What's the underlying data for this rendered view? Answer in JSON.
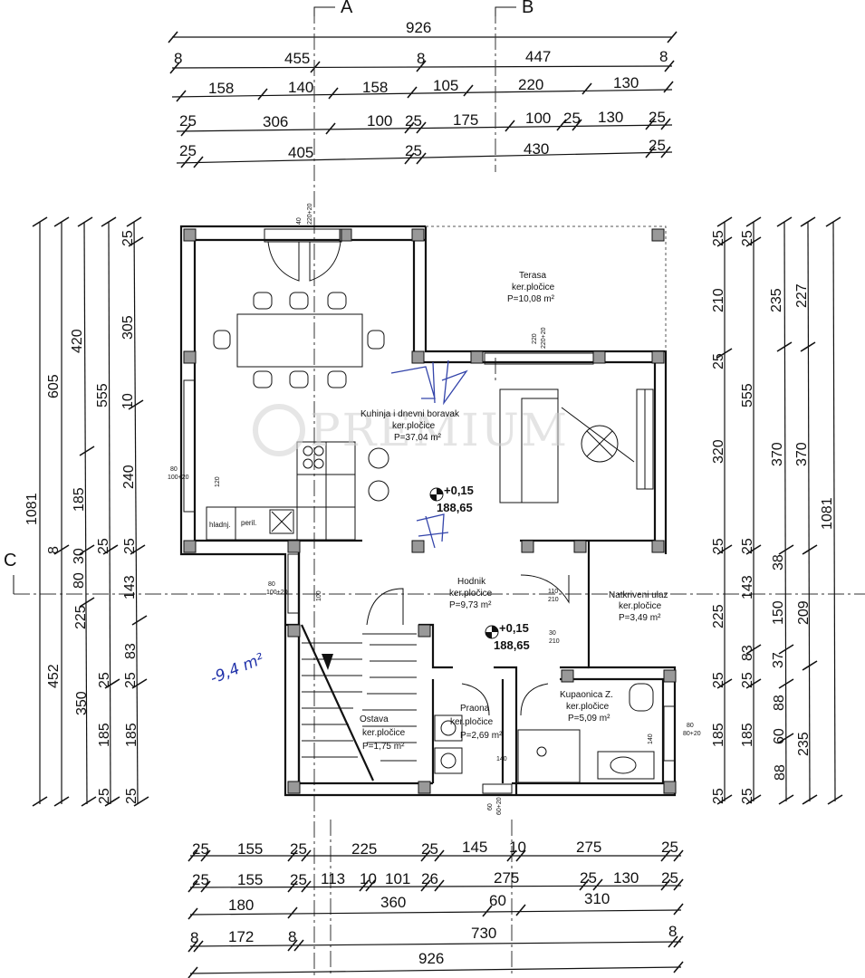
{
  "section_markers": {
    "a": "A",
    "b": "B",
    "c": "C"
  },
  "top_dims": {
    "row1": [
      "926"
    ],
    "row2": [
      "8",
      "455",
      "8",
      "447",
      "8"
    ],
    "row3": [
      "158",
      "140",
      "158",
      "105",
      "220",
      "130"
    ],
    "row4": [
      "25",
      "306",
      "100",
      "25",
      "175",
      "100",
      "25",
      "130",
      "25"
    ],
    "row5": [
      "25",
      "405",
      "25",
      "430",
      "25"
    ]
  },
  "bottom_dims": {
    "row1": [
      "25",
      "155",
      "25",
      "225",
      "25",
      "145",
      "10",
      "275",
      "25"
    ],
    "row2": [
      "25",
      "155",
      "25",
      "113",
      "10",
      "101",
      "26",
      "275",
      "25",
      "130",
      "25"
    ],
    "row3": [
      "180",
      "360",
      "60",
      "310"
    ],
    "row4": [
      "8",
      "172",
      "8",
      "730",
      "8"
    ],
    "row5": [
      "926"
    ]
  },
  "left_dims": {
    "col1": [
      "1081"
    ],
    "col2": [
      "605",
      "8",
      "452"
    ],
    "col3": [
      "420",
      "185",
      "80",
      "30",
      "225",
      "350"
    ],
    "col4": [
      "555",
      "25",
      "25",
      "185",
      "25"
    ],
    "col5": [
      "25",
      "305",
      "10",
      "240",
      "25",
      "143",
      "83",
      "25",
      "185",
      "25"
    ]
  },
  "right_dims": {
    "col1": [
      "25",
      "210",
      "25",
      "320",
      "25",
      "225",
      "25",
      "185",
      "25"
    ],
    "col2": [
      "25",
      "555",
      "25",
      "143",
      "83",
      "25",
      "185",
      "25"
    ],
    "col3": [
      "235",
      "370",
      "38",
      "150",
      "37",
      "88",
      "60",
      "88"
    ],
    "col4": [
      "227",
      "370",
      "209",
      "235"
    ],
    "col5": [
      "1081"
    ]
  },
  "rooms": {
    "terrace": {
      "name": "Terasa",
      "floor": "ker.pločice",
      "area": "P=10,08 m²"
    },
    "kitchen": {
      "name": "Kuhinja i dnevni boravak",
      "floor": "ker.pločice",
      "area": "P=37,04 m²"
    },
    "hall": {
      "name": "Hodnik",
      "floor": "ker.pločice",
      "area": "P=9,73 m²"
    },
    "covered_entry": {
      "name": "Natkriveni ulaz",
      "floor": "ker.pločice",
      "area": "P=3,49 m²"
    },
    "storage": {
      "name": "Ostava",
      "floor": "ker.pločice",
      "area": "P=1,75 m²"
    },
    "laundry": {
      "name": "Praona",
      "floor": "ker.pločice",
      "area": "P=2,69 m²"
    },
    "bathroom": {
      "name": "Kupaonica Z.",
      "floor": "ker.pločice",
      "area": "P=5,09 m²"
    }
  },
  "levels": {
    "main": {
      "value": "+0,15",
      "abs": "188,65"
    },
    "hall": {
      "value": "+0,15",
      "abs": "188,65"
    }
  },
  "appliances": {
    "fridge": "hladnj.",
    "washer": "peril."
  },
  "small_labels": {
    "win_kitchen_top": "40",
    "win_kitchen_top2": "220+20",
    "win_kitchen_left": "80",
    "win_kitchen_left2": "100+20",
    "win_kitchen_left3": "120",
    "door_terrace": "220",
    "door_terrace2": "220+20",
    "hall_left": "80",
    "hall_left2": "100+20",
    "hall_left3": "100",
    "door_110": "110",
    "door_210": "210",
    "door_30": "30",
    "door_210b": "210",
    "bath_80": "80",
    "bath_80_20": "80+20",
    "bath_140": "140",
    "laundry_140": "140",
    "bottom_win": "60",
    "bottom_win2": "60+20"
  },
  "handwritten_note": "-9,4 m²",
  "watermark": "PREMIUM"
}
